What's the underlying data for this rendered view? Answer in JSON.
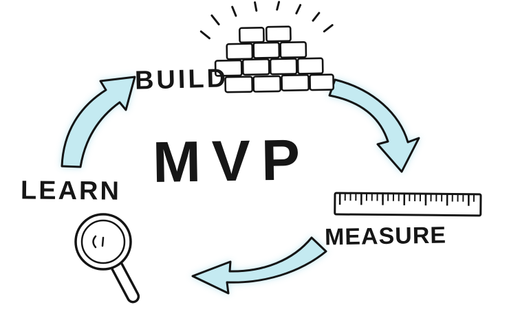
{
  "diagram": {
    "center_label": "MVP",
    "nodes": [
      {
        "id": "build",
        "label": "BUILD",
        "icon": "brick-wall-icon"
      },
      {
        "id": "measure",
        "label": "MEASURE",
        "icon": "ruler-icon"
      },
      {
        "id": "learn",
        "label": "LEARN",
        "icon": "magnifying-glass-icon"
      }
    ],
    "edges": [
      {
        "from": "build",
        "to": "measure"
      },
      {
        "from": "measure",
        "to": "learn"
      },
      {
        "from": "learn",
        "to": "build"
      }
    ],
    "colors": {
      "arrow_fill": "#c4eaf1",
      "ink": "#141414",
      "background": "#ffffff"
    }
  }
}
